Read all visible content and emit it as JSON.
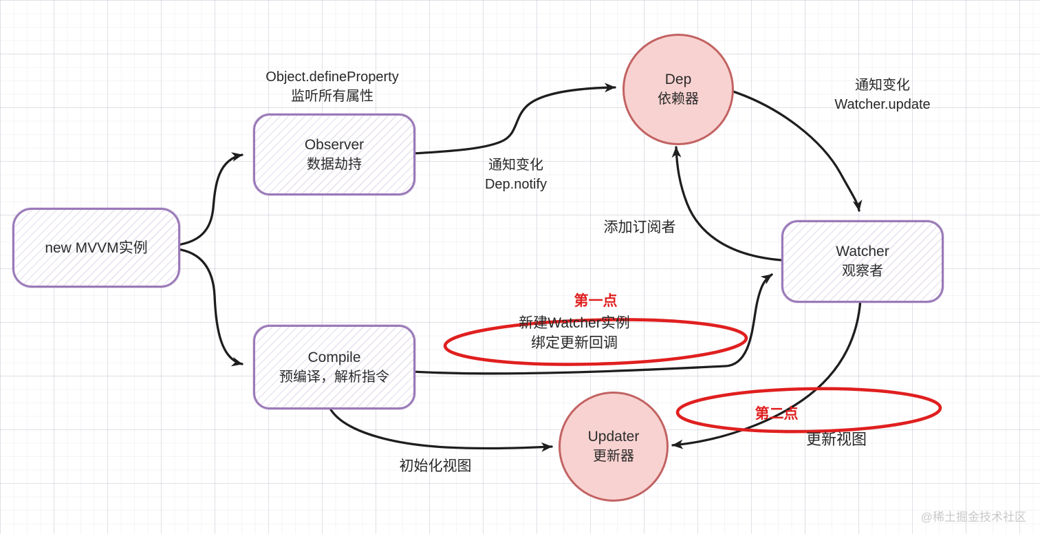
{
  "diagram": {
    "title_hint": "MVVM reactivity flow diagram",
    "nodes": {
      "mvvm": {
        "label": "new MVVM实例"
      },
      "observer": {
        "title": "Observer",
        "subtitle": "数据劫持"
      },
      "compile": {
        "title": "Compile",
        "subtitle": "预编译，解析指令"
      },
      "dep": {
        "title": "Dep",
        "subtitle": "依赖器"
      },
      "watcher": {
        "title": "Watcher",
        "subtitle": "观察者"
      },
      "updater": {
        "title": "Updater",
        "subtitle": "更新器"
      }
    },
    "labels": {
      "observer_note": {
        "line1": "Object.defineProperty",
        "line2": "监听所有属性"
      },
      "dep_notify": {
        "line1": "通知变化",
        "line2": "Dep.notify"
      },
      "watcher_update": {
        "line1": "通知变化",
        "line2": "Watcher.update"
      },
      "add_subscriber": "添加订阅者",
      "point1": {
        "title": "第一点",
        "line1": "新建Watcher实例",
        "line2": "绑定更新回调"
      },
      "point2": {
        "title": "第二点"
      },
      "update_view": "更新视图",
      "init_view": "初始化视图"
    },
    "edges": [
      {
        "from": "new MVVM实例",
        "to": "Observer",
        "label": ""
      },
      {
        "from": "new MVVM实例",
        "to": "Compile",
        "label": ""
      },
      {
        "from": "Observer",
        "to": "Dep",
        "label": "通知变化 Dep.notify"
      },
      {
        "from": "Dep",
        "to": "Watcher",
        "label": "通知变化 Watcher.update"
      },
      {
        "from": "Watcher",
        "to": "Dep",
        "label": "添加订阅者"
      },
      {
        "from": "Compile",
        "to": "Watcher",
        "label": "第一点 新建Watcher实例 绑定更新回调"
      },
      {
        "from": "Compile",
        "to": "Updater",
        "label": "初始化视图"
      },
      {
        "from": "Watcher",
        "to": "Updater",
        "label": "第二点 更新视图"
      }
    ],
    "colors": {
      "box_border": "#9a7ab8",
      "box_hatch": "#cbbcdd",
      "circle_fill": "#f8d2d0",
      "circle_border": "#c26262",
      "arrow": "#1e1e1e",
      "annotation_red": "#e01f1f",
      "text": "#2b2b2b",
      "watermark_gray": "#c9c9c9"
    },
    "watermark": "@稀土掘金技术社区"
  }
}
